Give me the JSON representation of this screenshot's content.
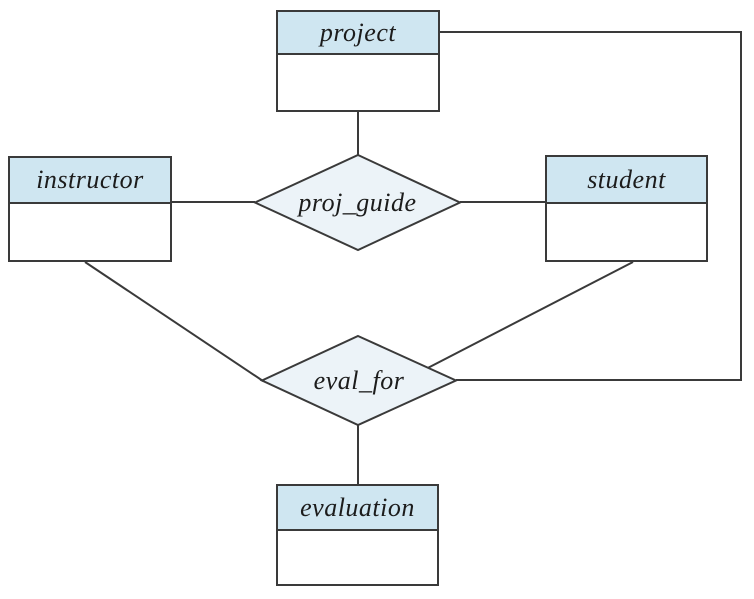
{
  "diagram": {
    "kind": "entity-relationship-diagram",
    "entities": [
      {
        "id": "project",
        "label": "project"
      },
      {
        "id": "instructor",
        "label": "instructor"
      },
      {
        "id": "student",
        "label": "student"
      },
      {
        "id": "evaluation",
        "label": "evaluation"
      }
    ],
    "relationships": [
      {
        "id": "proj_guide",
        "label": "proj_guide",
        "connects": [
          "instructor",
          "project",
          "student"
        ]
      },
      {
        "id": "eval_for",
        "label": "eval_for",
        "connects": [
          "instructor",
          "student",
          "project",
          "evaluation"
        ]
      }
    ]
  },
  "colors": {
    "background": "#ffffff",
    "entity_header_fill": "#cfe6f1",
    "entity_body_fill": "#ffffff",
    "relationship_fill": "#ecf3f8",
    "line": "#3a3a3a",
    "text": "#1c1c1c"
  }
}
